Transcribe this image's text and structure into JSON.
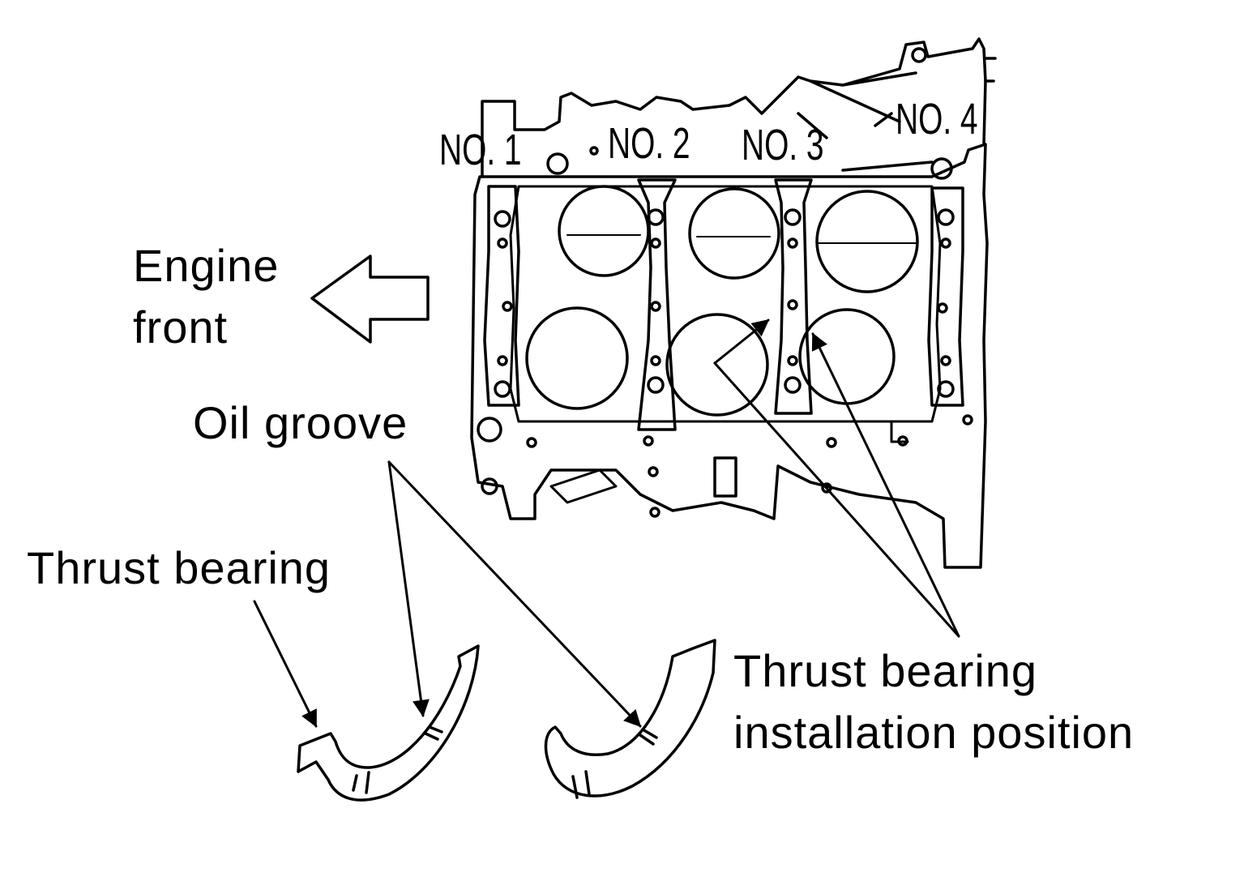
{
  "labels": {
    "engine_front_line1": "Engine",
    "engine_front_line2": "front",
    "oil_groove": "Oil groove",
    "thrust_bearing": "Thrust bearing",
    "install_line1": "Thrust bearing",
    "install_line2": "installation position"
  },
  "journals": [
    "NO. 1",
    "NO. 2",
    "NO. 3",
    "NO. 4"
  ],
  "colors": {
    "ink": "#000000",
    "paper": "#ffffff"
  }
}
